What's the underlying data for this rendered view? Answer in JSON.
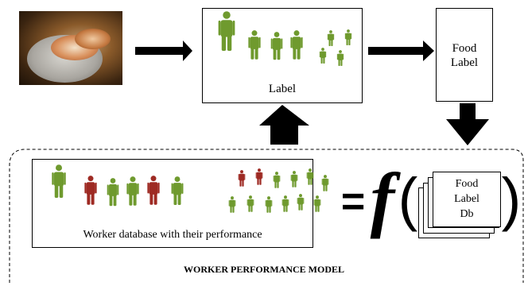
{
  "diagram": {
    "label_box_text": "Label",
    "food_label_box_text": "Food\nLabel",
    "worker_db_caption": "Worker database with their performance",
    "model_title": "WORKER PERFORMANCE MODEL",
    "equals_sign": "=",
    "function_symbol": "f",
    "open_paren": "(",
    "close_paren": ")",
    "food_label_db_text": "Food\nLabel\nDb"
  },
  "colors": {
    "worker_good": "#6f9a2e",
    "worker_bad": "#9e2a23",
    "arrow": "#000000"
  },
  "icons": {
    "food_photo": "food-plate-image",
    "workers": "person-icon",
    "arrows": "arrow-icon"
  }
}
